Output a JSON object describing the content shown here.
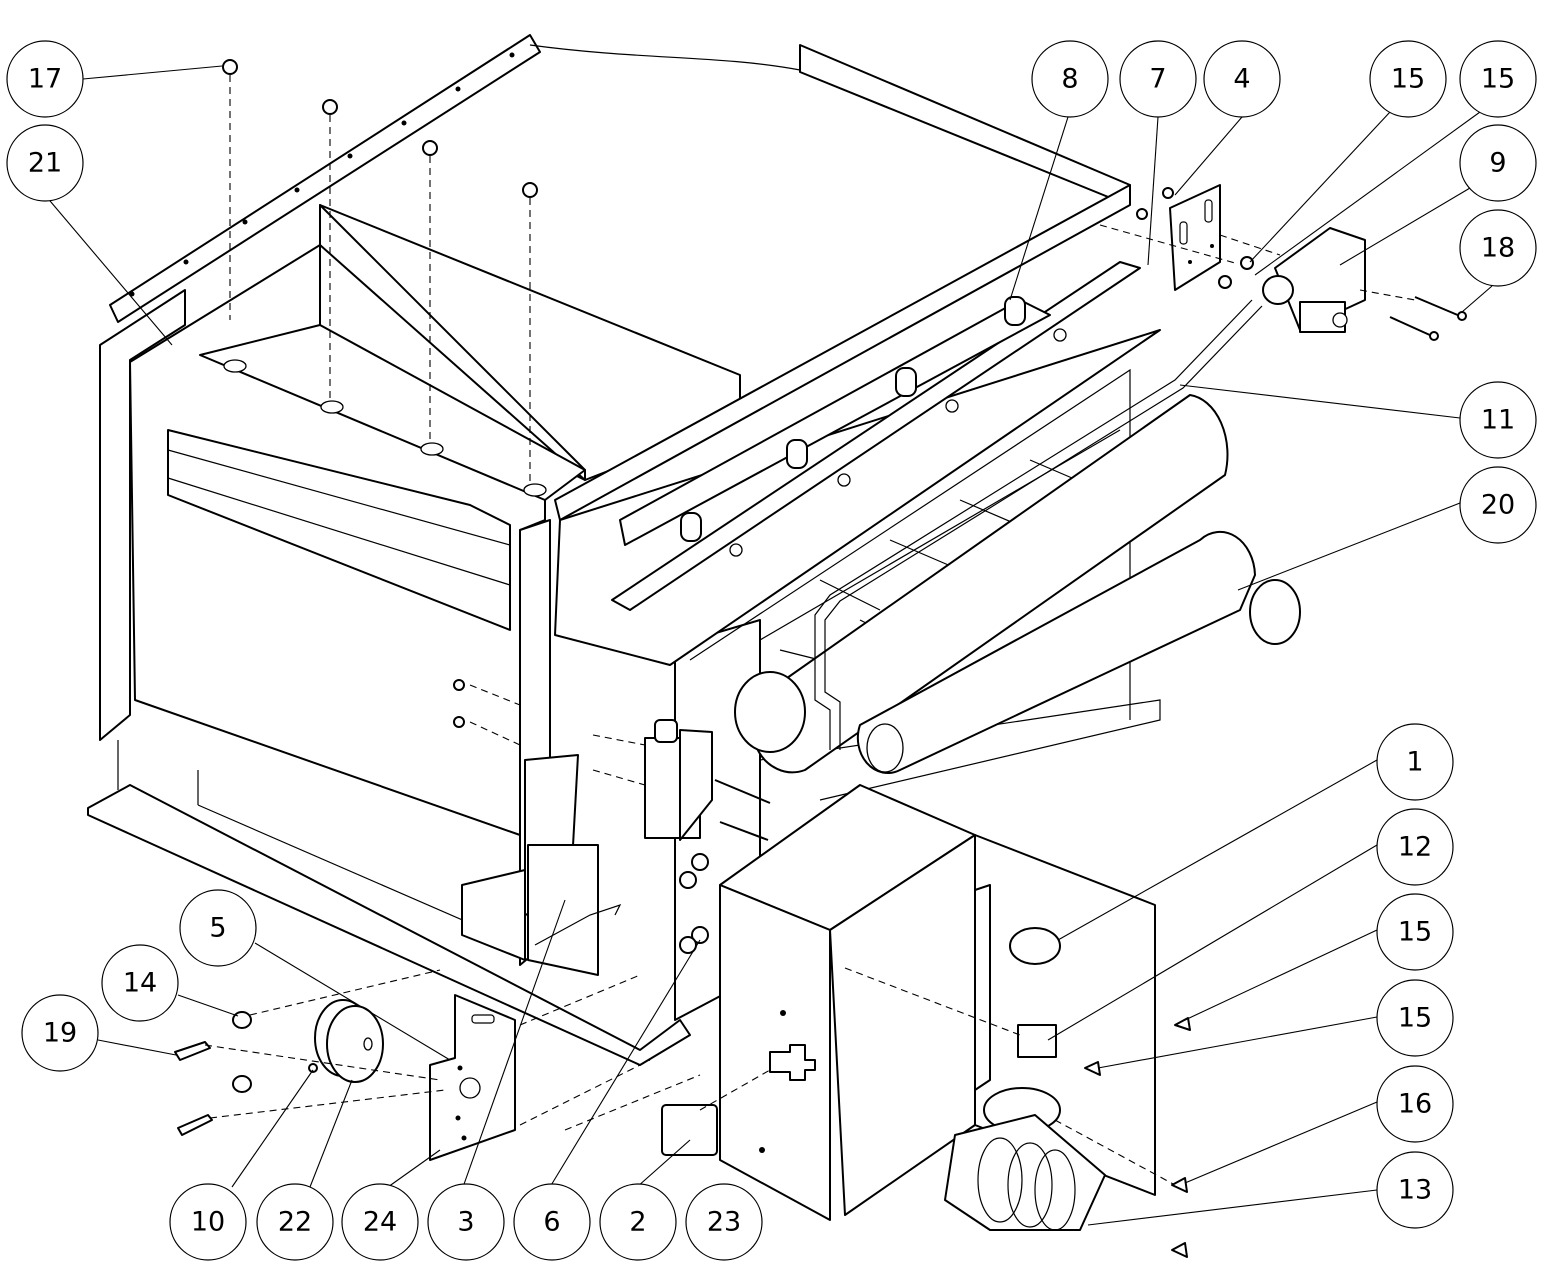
{
  "callouts": [
    {
      "id": "c17",
      "label": "17"
    },
    {
      "id": "c21",
      "label": "21"
    },
    {
      "id": "c8",
      "label": "8"
    },
    {
      "id": "c7",
      "label": "7"
    },
    {
      "id": "c4",
      "label": "4"
    },
    {
      "id": "c15a",
      "label": "15"
    },
    {
      "id": "c15b",
      "label": "15"
    },
    {
      "id": "c9",
      "label": "9"
    },
    {
      "id": "c18",
      "label": "18"
    },
    {
      "id": "c11",
      "label": "11"
    },
    {
      "id": "c20",
      "label": "20"
    },
    {
      "id": "c1",
      "label": "1"
    },
    {
      "id": "c12",
      "label": "12"
    },
    {
      "id": "c15c",
      "label": "15"
    },
    {
      "id": "c15d",
      "label": "15"
    },
    {
      "id": "c16",
      "label": "16"
    },
    {
      "id": "c13",
      "label": "13"
    },
    {
      "id": "c5",
      "label": "5"
    },
    {
      "id": "c14",
      "label": "14"
    },
    {
      "id": "c19",
      "label": "19"
    },
    {
      "id": "c10",
      "label": "10"
    },
    {
      "id": "c22",
      "label": "22"
    },
    {
      "id": "c24",
      "label": "24"
    },
    {
      "id": "c3",
      "label": "3"
    },
    {
      "id": "c6",
      "label": "6"
    },
    {
      "id": "c2",
      "label": "2"
    },
    {
      "id": "c23",
      "label": "23"
    }
  ]
}
